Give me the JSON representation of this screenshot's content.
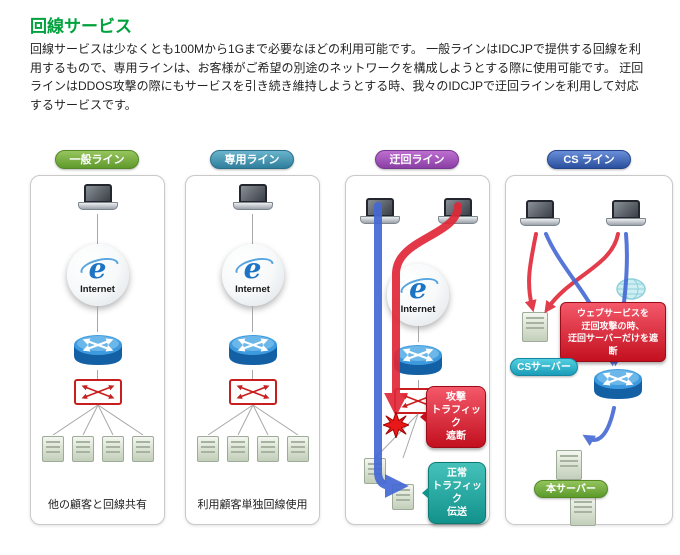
{
  "page": {
    "title": "回線サービス",
    "description": "回線サービスは少なくとも100Mから1Gまで必要なほどの利用可能です。 一般ラインはIDCJPで提供する回線を利用するもので、専用ラインは、お客様がご希望の別途のネットワークを構成しようとする際に使用可能です。 迂回ラインはDDOS攻撃の際にもサービスを引き続き維持しようとする時、我々のIDCJPで迂回ラインを利用して対応するサービスです。"
  },
  "badges": {
    "general": "一般ライン",
    "dedicated": "専用ライン",
    "detour": "迂回ライン",
    "cs": "CS ライン"
  },
  "icons": {
    "internet_e": "e"
  },
  "columns": {
    "general": {
      "internet_label": "Internet",
      "caption": "他の顧客と回線共有"
    },
    "dedicated": {
      "internet_label": "Internet",
      "caption": "利用顧客単独回線使用"
    },
    "detour": {
      "internet_label": "Internet",
      "attack_badge": {
        "line1": "攻撃",
        "line2": "トラフィック",
        "line3": "遮断"
      },
      "normal_badge": {
        "line1": "正常",
        "line2": "トラフィック",
        "line3": "伝送"
      }
    },
    "cs": {
      "note": {
        "line1": "ウェブサービスを",
        "line2": "迂回攻撃の時、",
        "line3": "迂回サーバーだけを遮断"
      },
      "cs_server_label": "CSサーバー",
      "main_server_label": "本サーバー"
    }
  },
  "colors": {
    "title_green": "#00a23e",
    "badge_general": "#6fa93a",
    "badge_dedicated": "#3c8dab",
    "badge_detour": "#a14cb5",
    "badge_cs": "#3558a8",
    "attack_red": "#d81826",
    "normal_teal": "#16948e",
    "cs_pill_teal": "#1a9cb8",
    "main_pill_green": "#5c9a2b",
    "arrow_blue": "#4468d4",
    "arrow_red": "#e02838"
  }
}
